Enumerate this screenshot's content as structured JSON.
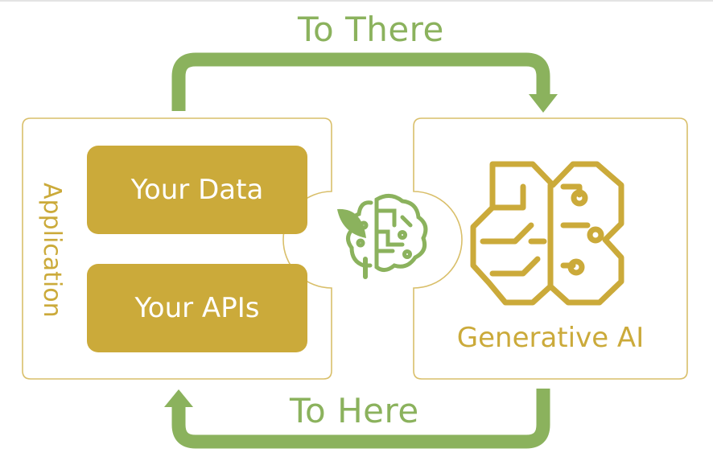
{
  "diagram": {
    "top_flow_label": "To There",
    "bottom_flow_label": "To Here",
    "application_label": "Application",
    "data_label": "Your Data",
    "apis_label": "Your APIs",
    "ai_label": "Generative AI"
  },
  "icons": {
    "center": "brain-leaf-icon",
    "ai": "circuit-brain-icon"
  },
  "colors": {
    "gold": "#cbaa3a",
    "green": "#8bb25d",
    "border": "#d9bf6a"
  }
}
